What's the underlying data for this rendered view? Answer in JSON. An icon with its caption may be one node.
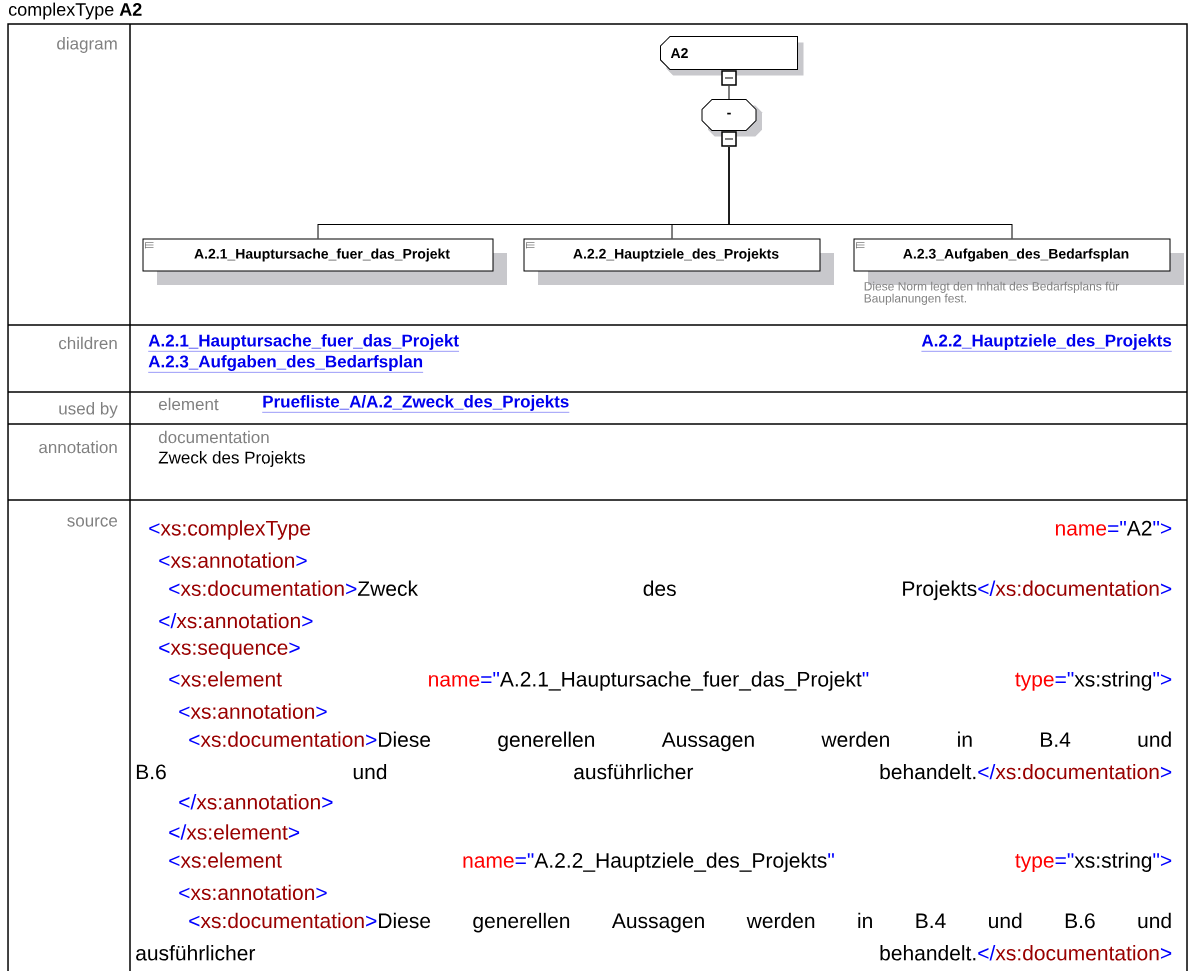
{
  "diagram": {
    "title": "complexType **A2**",
    "nodes": [
      {
        "text": [
          "A2"
        ]
      },
      {
        "text": [
          "-"
        ]
      },
      {
        "text": [
          "A.2.1_Hauptursache_fuer_das_Projekt"
        ]
      },
      {
        "text": [
          "A.2.2_Hauptziele_des_Projekts"
        ]
      },
      {
        "text": [
          "A.2.3_Aufgaben_des_Bedarfsplan"
        ],
        "beside": [
          "Diese Norm legt den Inhalt des Bedarfsplans für Bauplanungen fest."
        ]
      }
    ],
    "edges": [
      {
        "from": 0,
        "to": 1,
        "arrow": "none"
      },
      {
        "from": 1,
        "to": 2,
        "arrow": "none"
      },
      {
        "from": 1,
        "to": 3,
        "arrow": "none"
      },
      {
        "from": 1,
        "to": 4,
        "arrow": "none"
      }
    ],
    "labels": [
      "diagram",
      "children",
      "A.2.1_Hauptursache_fuer_das_Projekt",
      "A.2.2_Hauptziele_des_Projekts",
      "A.2.3_Aufgaben_des_Bedarfsplan",
      "used by",
      "element",
      "Pruefliste_A/A.2_Zweck_des_Projekts",
      "annotation",
      "documentation",
      "Zweck des Projekts",
      "source",
      "<",
      "xs:complexType",
      "name",
      "=\"",
      "A2",
      "\">",
      "<",
      "xs:annotation",
      ">",
      "<",
      "xs:documentation",
      ">",
      "Zweck des Projekts",
      "</",
      "xs:documentation",
      ">",
      "</",
      "xs:annotation",
      ">",
      "<",
      "xs:sequence",
      ">",
      "<",
      "xs:element",
      "name",
      "=\"",
      "A.2.1_Hauptursache_fuer_das_Projekt",
      "\"",
      "type",
      "=\"",
      "xs:string",
      "\">",
      "<",
      "xs:annotation",
      ">",
      "<",
      "xs:documentation",
      ">",
      "Diese generellen Aussagen werden in B.4 und",
      "B.6 und ausführlicher behandelt.",
      "</",
      "xs:documentation",
      ">",
      "</",
      "xs:annotation",
      ">",
      "</",
      "xs:element",
      ">",
      "<",
      "xs:element",
      "name",
      "=\"",
      "A.2.2_Hauptziele_des_Projekts",
      "\"",
      "type",
      "=\"",
      "xs:string",
      "\">",
      "<",
      "xs:annotation",
      ">",
      "<",
      "xs:documentation",
      ">",
      "Diese generellen Aussagen werden in B.4 und B.6 und",
      "ausführlicher behandelt.",
      "</",
      "xs:documentation",
      ">"
    ]
  }
}
